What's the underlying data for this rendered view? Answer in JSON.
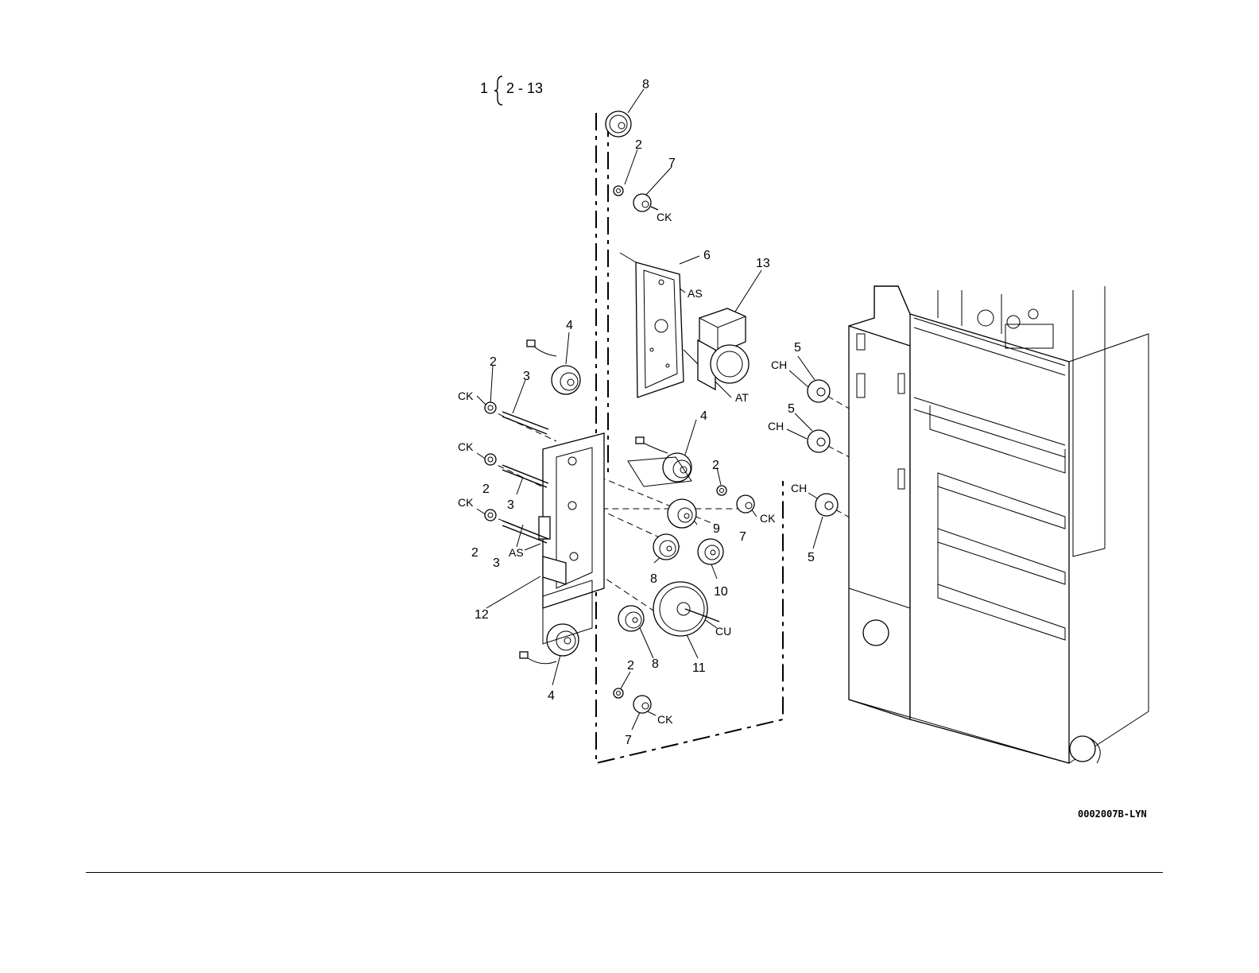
{
  "group_range": {
    "item": "1",
    "range": "2 - 13"
  },
  "figure_id": "0002007B-LYN",
  "callouts": {
    "c8_top": "8",
    "c2_top": "2",
    "c7_top": "7",
    "ck_top": "CK",
    "c6": "6",
    "as_top": "AS",
    "c13": "13",
    "at": "AT",
    "c4_left": "4",
    "c2_l1": "2",
    "ck_l1": "CK",
    "c3_l1": "3",
    "ck_l2": "CK",
    "c2_l2": "2",
    "c3_l2": "3",
    "ck_l3": "CK",
    "c2_l3": "2",
    "c3_l3": "3",
    "as_left": "AS",
    "c12": "12",
    "c4_bottom": "4",
    "c4_mid": "4",
    "c2_mid": "2",
    "ck_mid": "CK",
    "c7_mid": "7",
    "c9": "9",
    "c8_mid": "8",
    "c10": "10",
    "cu": "CU",
    "c11": "11",
    "c8_low": "8",
    "c2_bottom": "2",
    "ck_bottom": "CK",
    "c7_bottom": "7",
    "c5_a": "5",
    "ch_a": "CH",
    "c5_b": "5",
    "ch_b": "CH",
    "ch_c": "CH",
    "c5_c": "5"
  }
}
